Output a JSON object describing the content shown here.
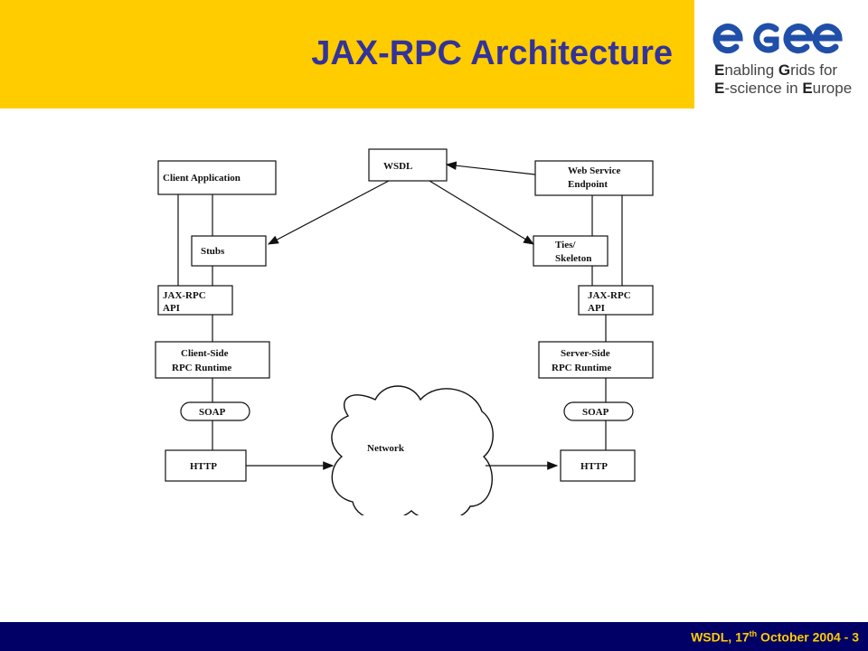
{
  "header": {
    "title": "JAX-RPC Architecture",
    "accent_color": "#ffcc00",
    "title_color": "#333399"
  },
  "logo": {
    "letters": [
      "e",
      "G",
      "e",
      "e"
    ],
    "tagline_line1": [
      "E",
      "nabling ",
      "G",
      "rids for"
    ],
    "tagline_line2": [
      "E",
      "-science in ",
      "E",
      "urope"
    ],
    "color": "#1f4fa8"
  },
  "diagram": {
    "nodes": {
      "client_application": "Client Application",
      "wsdl": "WSDL",
      "web_service_endpoint": [
        "Web Service",
        "Endpoint"
      ],
      "stubs": "Stubs",
      "ties_skeleton": [
        "Ties/",
        "Skeleton"
      ],
      "client_api": [
        "JAX-RPC",
        "API"
      ],
      "server_api": [
        "JAX-RPC",
        "API"
      ],
      "client_runtime": [
        "Client-Side",
        "RPC Runtime"
      ],
      "server_runtime": [
        "Server-Side",
        "RPC Runtime"
      ],
      "client_soap": "SOAP",
      "server_soap": "SOAP",
      "client_http": "HTTP",
      "server_http": "HTTP",
      "network": "Network"
    }
  },
  "footer": {
    "prefix": "WSDL, 17",
    "sup": "th",
    "suffix": " October 2004  - 3",
    "band_color": "#000066"
  }
}
